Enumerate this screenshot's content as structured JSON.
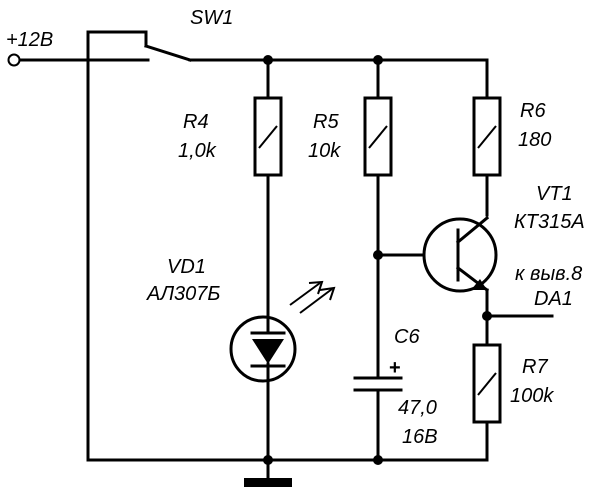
{
  "power": {
    "label": "+12В"
  },
  "switch": {
    "ref": "SW1"
  },
  "r4": {
    "ref": "R4",
    "value": "1,0k"
  },
  "r5": {
    "ref": "R5",
    "value": "10k"
  },
  "r6": {
    "ref": "R6",
    "value": "180"
  },
  "r7": {
    "ref": "R7",
    "value": "100k"
  },
  "vd1": {
    "ref": "VD1",
    "part": "АЛ307Б"
  },
  "vt1": {
    "ref": "VT1",
    "part": "КТ315А"
  },
  "c6": {
    "ref": "C6",
    "value": "47,0",
    "voltage": "16В",
    "polarity": "+"
  },
  "output": {
    "line1": "к выв.8",
    "line2": "DA1"
  }
}
